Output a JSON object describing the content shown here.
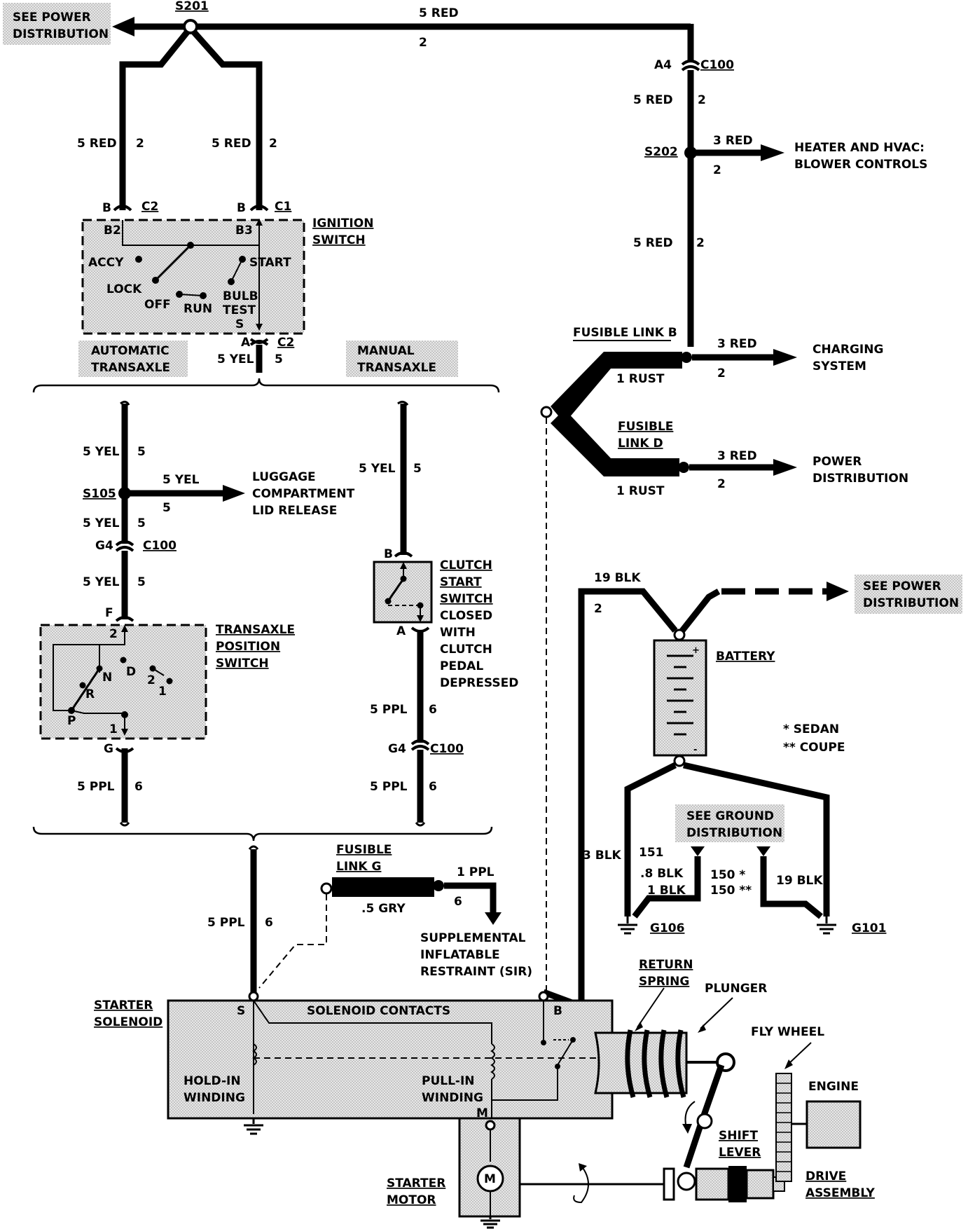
{
  "wires": {
    "top_run": {
      "circuit": "2",
      "color": "5 RED"
    },
    "c100_a4": {
      "circuit": "2",
      "color": "5 RED"
    },
    "s202_mid": {
      "circuit": "2",
      "color": "5 RED"
    },
    "s202_branch": {
      "circuit": "2",
      "color": "3 RED"
    },
    "ign_b2": {
      "circuit": "2",
      "color": "5 RED"
    },
    "ign_b3": {
      "circuit": "2",
      "color": "5 RED"
    },
    "ign_out": {
      "circuit": "5",
      "color": "5 YEL"
    },
    "auto_upper": {
      "circuit": "5",
      "color": "5 YEL"
    },
    "s105_branch": {
      "circuit": "5",
      "color": "5 YEL"
    },
    "auto_mid": {
      "circuit": "5",
      "color": "5 YEL"
    },
    "auto_lower": {
      "circuit": "5",
      "color": "5 YEL"
    },
    "auto_out": {
      "circuit": "6",
      "color": "5 PPL"
    },
    "manual_upper": {
      "circuit": "5",
      "color": "5 YEL"
    },
    "manual_mid": {
      "circuit": "6",
      "color": "5 PPL"
    },
    "manual_lower": {
      "circuit": "6",
      "color": "5 PPL"
    },
    "starter_feed": {
      "circuit": "6",
      "color": "5 PPL"
    },
    "charging_branch": {
      "circuit": "2",
      "color": "3 RED"
    },
    "power_branch": {
      "circuit": "2",
      "color": "3 RED"
    },
    "fusible_b": {
      "color": "1 RUST"
    },
    "fusible_d": {
      "color": "1 RUST"
    },
    "fusible_g": {
      "color": ".5 GRY"
    },
    "sir_feed": {
      "circuit": "6",
      "color": "1 PPL"
    },
    "battery_pos": {
      "circuit": "2",
      "color": "19 BLK"
    },
    "battery_to_starter": {
      "color": "3 BLK"
    },
    "ground_g106_a": {
      "circuit": "151",
      "color": ".8 BLK"
    },
    "ground_g106_b": {
      "color": "1 BLK"
    },
    "ground_g101_a": {
      "circuit": "150 *"
    },
    "ground_g101_b": {
      "circuit": "150 **",
      "color": "19 BLK"
    }
  },
  "splices": {
    "s201": "S201",
    "s202": "S202",
    "s105": "S105"
  },
  "connectors": {
    "c100": "C100",
    "c1": "C1",
    "c2": "C2",
    "pin_a4": "A4",
    "pin_b": "B",
    "pin_a": "A",
    "pin_b2": "B2",
    "pin_b3": "B3",
    "pin_s": "S",
    "pin_f": "F",
    "pin_g": "G",
    "pin_g4": "G4",
    "pin_m": "M",
    "pin_2": "2",
    "pin_1": "1"
  },
  "destinations": {
    "power_dist_top": [
      "SEE POWER",
      "DISTRIBUTION"
    ],
    "heater": [
      "HEATER AND HVAC:",
      "BLOWER CONTROLS"
    ],
    "charging": [
      "CHARGING",
      "SYSTEM"
    ],
    "power_dist_mid": [
      "POWER",
      "DISTRIBUTION"
    ],
    "power_dist_batt": [
      "SEE POWER",
      "DISTRIBUTION"
    ],
    "luggage": [
      "LUGGAGE",
      "COMPARTMENT",
      "LID RELEASE"
    ],
    "sir": [
      "SUPPLEMENTAL",
      "INFLATABLE",
      "RESTRAINT (SIR)"
    ],
    "ground_dist": [
      "SEE GROUND",
      "DISTRIBUTION"
    ]
  },
  "components": {
    "ignition": {
      "title": [
        "IGNITION",
        "SWITCH"
      ],
      "positions": {
        "accy": "ACCY",
        "lock": "LOCK",
        "off": "OFF",
        "run": "RUN",
        "start": "START",
        "bulb": [
          "BULB",
          "TEST"
        ]
      }
    },
    "auto_trans": [
      "AUTOMATIC",
      "TRANSAXLE"
    ],
    "manual_trans": [
      "MANUAL",
      "TRANSAXLE"
    ],
    "tps": {
      "title": [
        "TRANSAXLE",
        "POSITION",
        "SWITCH"
      ],
      "positions": {
        "p": "P",
        "r": "R",
        "n": "N",
        "d": "D",
        "two": "2",
        "one": "1"
      }
    },
    "clutch": {
      "title": [
        "CLUTCH",
        "START",
        "SWITCH"
      ],
      "note": [
        "CLOSED",
        "WITH",
        "CLUTCH",
        "PEDAL",
        "DEPRESSED"
      ]
    },
    "fusible_b": "FUSIBLE LINK B",
    "fusible_d": [
      "FUSIBLE",
      "LINK D"
    ],
    "fusible_g": [
      "FUSIBLE",
      "LINK G"
    ],
    "battery": "BATTERY",
    "legend": {
      "sedan": "* SEDAN",
      "coupe": "** COUPE"
    },
    "grounds": {
      "g106": "G106",
      "g101": "G101"
    },
    "starter_solenoid": [
      "STARTER",
      "SOLENOID"
    ],
    "solenoid_contacts": "SOLENOID CONTACTS",
    "hold_in": [
      "HOLD-IN",
      "WINDING"
    ],
    "pull_in": [
      "PULL-IN",
      "WINDING"
    ],
    "return_spring": [
      "RETURN",
      "SPRING"
    ],
    "plunger": "PLUNGER",
    "fly_wheel": "FLY WHEEL",
    "engine": "ENGINE",
    "shift_lever": [
      "SHIFT",
      "LEVER"
    ],
    "drive_assembly": [
      "DRIVE",
      "ASSEMBLY"
    ],
    "starter_motor": [
      "STARTER",
      "MOTOR"
    ],
    "motor_symbol": "M"
  }
}
